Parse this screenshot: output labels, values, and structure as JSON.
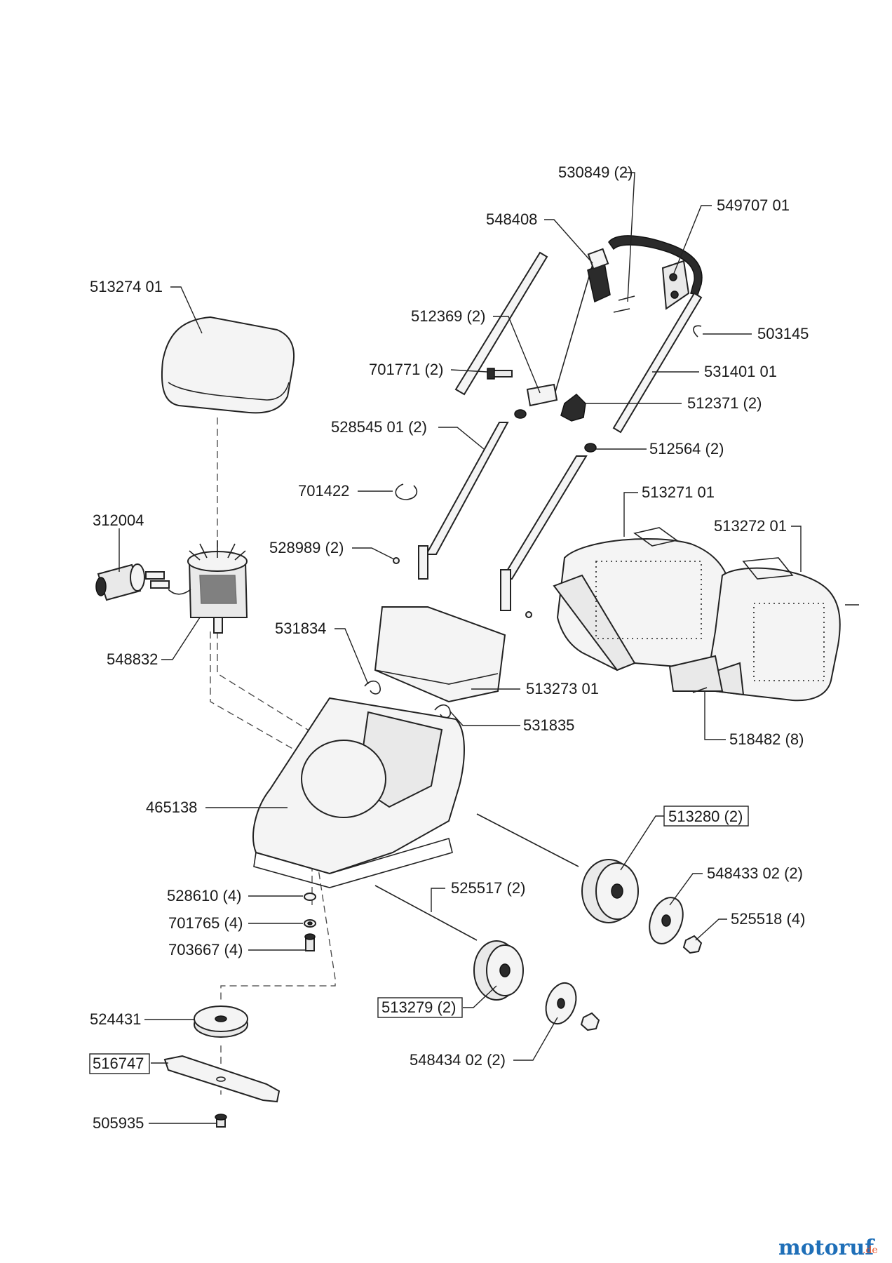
{
  "labels": {
    "p530849": "530849 (2)",
    "p549707": "549707 01",
    "p548408": "548408",
    "p513274": "513274 01",
    "p512369": "512369 (2)",
    "p503145": "503145",
    "p701771": "701771 (2)",
    "p531401": "531401 01",
    "p512371": "512371 (2)",
    "p528545": "528545 01 (2)",
    "p512564": "512564 (2)",
    "p701422": "701422",
    "p513271": "513271 01",
    "p312004": "312004",
    "p513272": "513272 01",
    "p528989": "528989 (2)",
    "p531834": "531834",
    "p548832": "548832",
    "p513273": "513273 01",
    "p531835": "531835",
    "p518482": "518482 (8)",
    "p465138": "465138",
    "p513280": "513280 (2)",
    "p548433": "548433 02 (2)",
    "p525517": "525517 (2)",
    "p528610": "528610 (4)",
    "p525518": "525518 (4)",
    "p701765": "701765 (4)",
    "p703667": "703667 (4)",
    "p513279": "513279 (2)",
    "p524431": "524431",
    "p516747": "516747",
    "p548434": "548434 02 (2)",
    "p505935": "505935"
  },
  "watermark": {
    "brand_main": "motoruf",
    "brand_suffix": ".de",
    "color_main": "#1f6fb8",
    "color_accent": "#e8532a"
  }
}
